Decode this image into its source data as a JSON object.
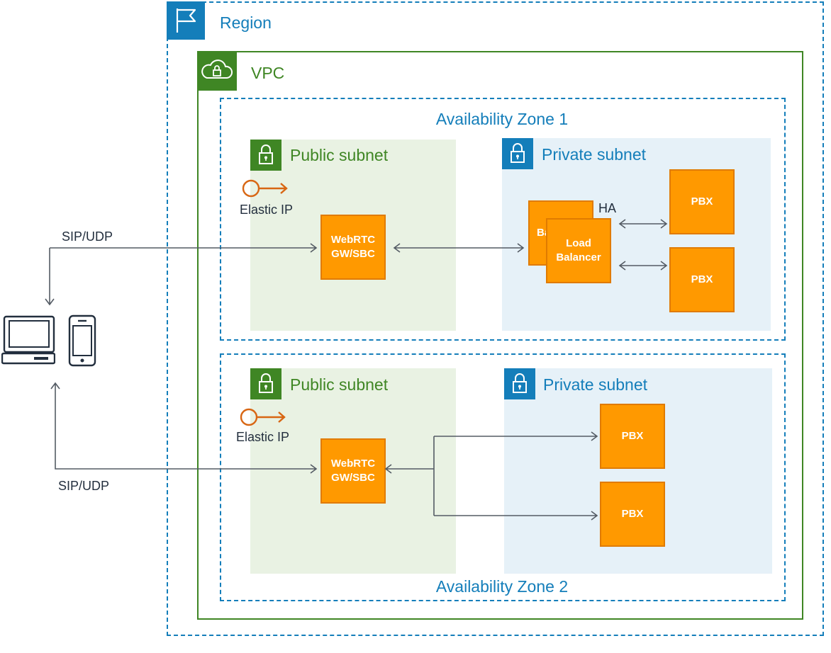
{
  "region": {
    "label": "Region"
  },
  "vpc": {
    "label": "VPC"
  },
  "zones": [
    {
      "label": "Availability Zone 1",
      "public_subnet": {
        "label": "Public subnet",
        "elastic_ip": "Elastic IP",
        "gateway": "WebRTC GW/SBC"
      },
      "private_subnet": {
        "label": "Private subnet",
        "ha_label": "HA",
        "load_balancer_back": "Ba",
        "load_balancer_front": "Load Balancer",
        "pbx": [
          "PBX",
          "PBX"
        ]
      }
    },
    {
      "label": "Availability Zone 2",
      "public_subnet": {
        "label": "Public subnet",
        "elastic_ip": "Elastic IP",
        "gateway": "WebRTC GW/SBC"
      },
      "private_subnet": {
        "label": "Private subnet",
        "pbx": [
          "PBX",
          "PBX"
        ]
      }
    }
  ],
  "client": {
    "protocol_top": "SIP/UDP",
    "protocol_bottom": "SIP/UDP"
  },
  "colors": {
    "region_blue": "#147eba",
    "vpc_green": "#3f8624",
    "node_orange": "#ff9900",
    "elastic_ip_orange": "#d86613",
    "public_fill": "#e9f2e3",
    "private_fill": "#e6f1f8",
    "connector": "#545b64"
  }
}
